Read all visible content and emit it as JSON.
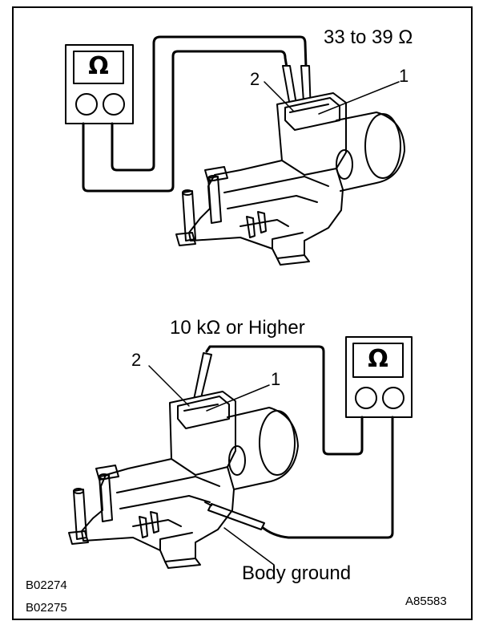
{
  "top": {
    "reading": "33 to 39 Ω",
    "meter_symbol": "Ω",
    "terminal_1": "1",
    "terminal_2": "2"
  },
  "bottom": {
    "reading": "10 kΩ or Higher",
    "meter_symbol": "Ω",
    "terminal_1": "1",
    "terminal_2": "2",
    "ground_label": "Body ground"
  },
  "codes": {
    "left_1": "B02274",
    "left_2": "B02275",
    "right": "A85583"
  }
}
